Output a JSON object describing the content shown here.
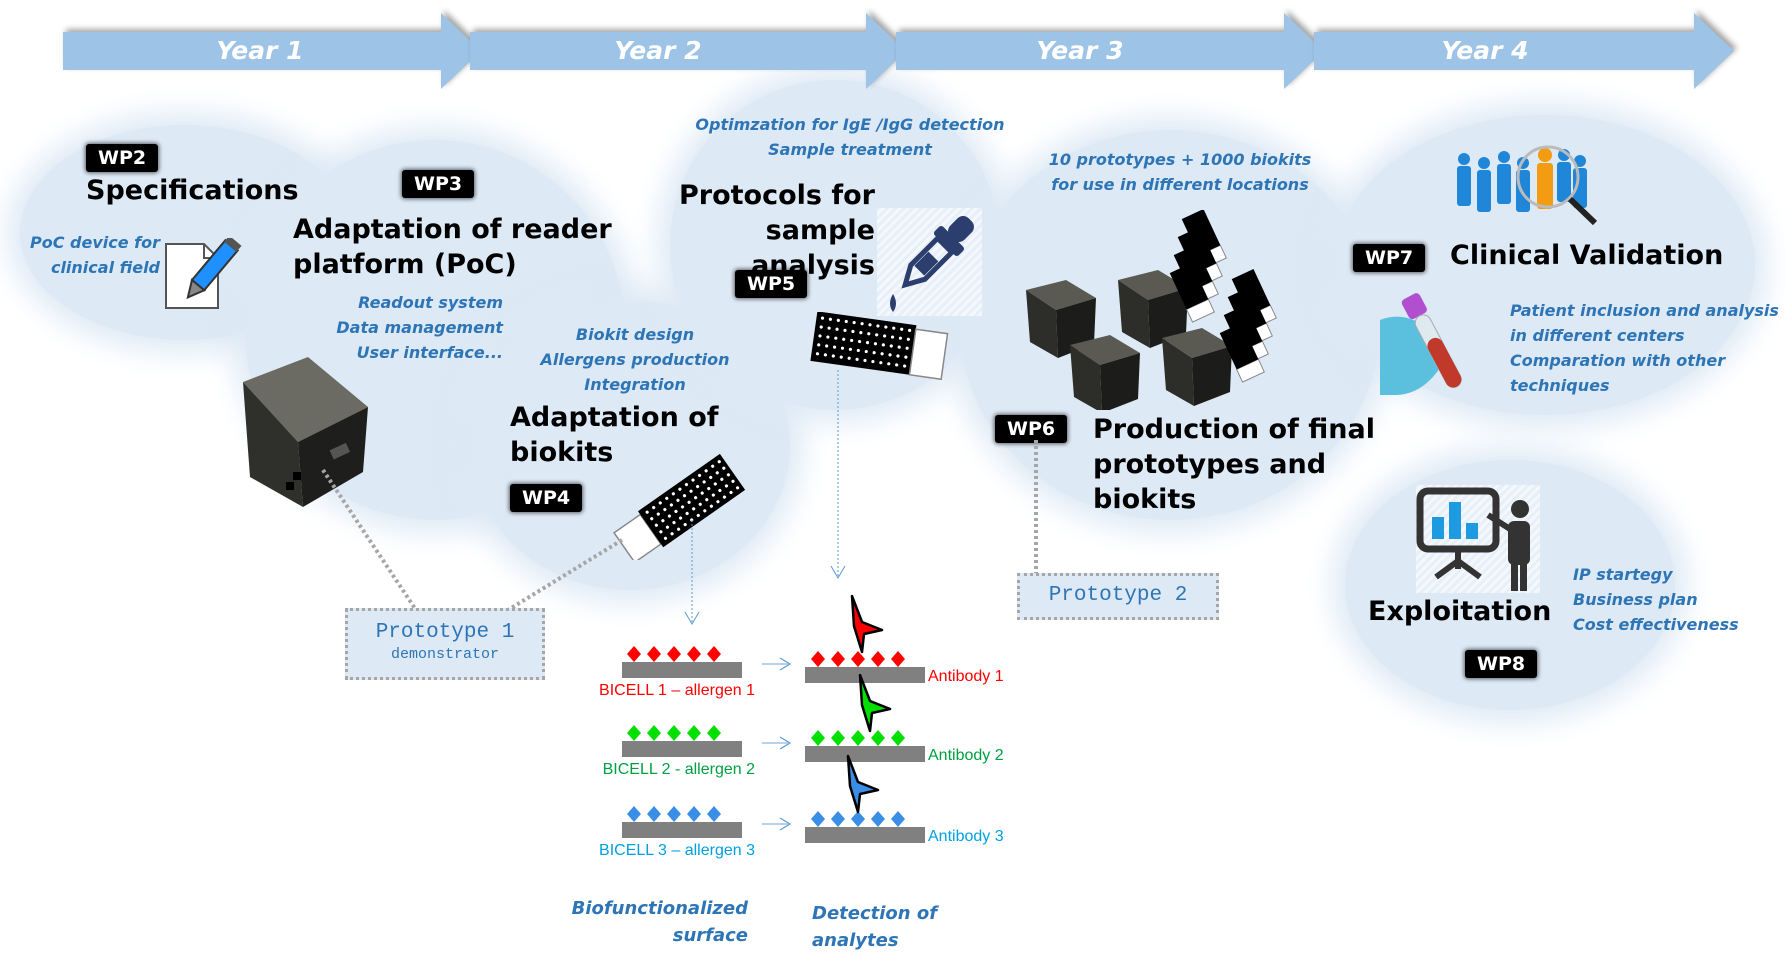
{
  "timeline": {
    "years": [
      "Year 1",
      "Year 2",
      "Year 3",
      "Year 4"
    ],
    "arrow_color": "#9dc3e6"
  },
  "work_packages": {
    "wp2": {
      "badge": "WP2",
      "title": "Specifications",
      "notes": [
        "PoC device for",
        "clinical field"
      ],
      "icon": "document-pencil-icon"
    },
    "wp3": {
      "badge": "WP3",
      "title_lines": [
        "Adaptation of reader",
        "platform (PoC)"
      ],
      "notes": [
        "Readout system",
        "Data management",
        "User interface..."
      ],
      "image": "reader-device"
    },
    "wp4": {
      "badge": "WP4",
      "title_lines": [
        "Adaptation of",
        "biokits"
      ],
      "notes": [
        "Biokit design",
        "Allergens production",
        "Integration"
      ],
      "image": "biokit-chip"
    },
    "wp5": {
      "badge": "WP5",
      "title_lines": [
        "Protocols for",
        "sample analysis"
      ],
      "notes": [
        "Optimzation for IgE /IgG detection",
        "Sample treatment"
      ],
      "icon": "pipette-icon"
    },
    "wp6": {
      "badge": "WP6",
      "title_lines": [
        "Production of  final",
        "prototypes and",
        "biokits"
      ],
      "notes": [
        "10 prototypes + 1000 biokits",
        "for use in different locations"
      ]
    },
    "wp7": {
      "badge": "WP7",
      "title": "Clinical Validation",
      "notes": [
        "Patient inclusion and analysis",
        "in different centers",
        "Comparation with other",
        "techniques"
      ],
      "icon": "people-search-icon"
    },
    "wp8": {
      "badge": "WP8",
      "title": "Exploitation",
      "notes": [
        "IP startegy",
        "Business plan",
        "Cost effectiveness"
      ],
      "icon": "presentation-icon"
    }
  },
  "prototypes": {
    "p1": {
      "title": "Prototype 1",
      "subtitle": "demonstrator"
    },
    "p2": {
      "title": "Prototype 2"
    }
  },
  "assay": {
    "rows": [
      {
        "bicell": "BICELL 1 – allergen 1",
        "antibody": "Antibody 1",
        "color": "#ff0000",
        "label_color": "#ff0000"
      },
      {
        "bicell": "BICELL 2 -  allergen 2",
        "antibody": "Antibody 2",
        "color": "#00e000",
        "label_color": "#00a040"
      },
      {
        "bicell": "BICELL 3 – allergen 3",
        "antibody": "Antibody 3",
        "color": "#3a8ee6",
        "label_color": "#00a0e0"
      }
    ],
    "caption_left": [
      "Biofunctionalized",
      "surface"
    ],
    "caption_right": [
      "Detection of",
      "analytes"
    ]
  }
}
